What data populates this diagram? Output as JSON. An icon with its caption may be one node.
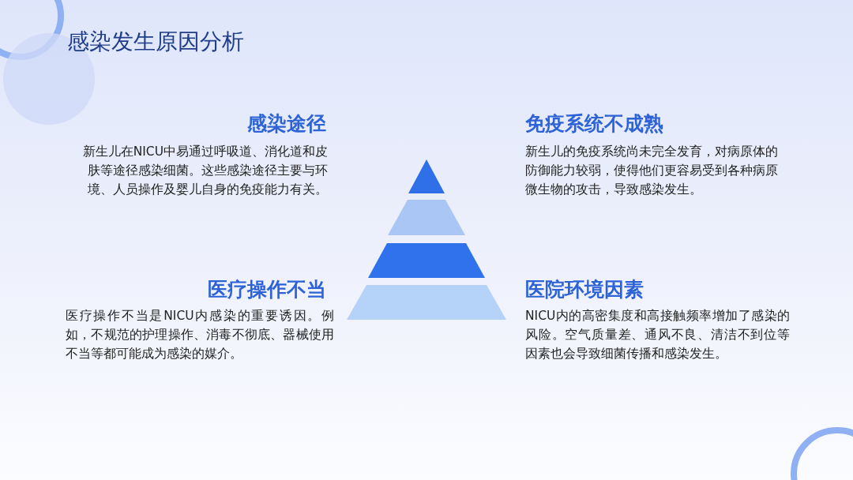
{
  "diagram": {
    "title": "感染发生原因分析",
    "labels": [
      "感染途径",
      "免疫系统不成熟",
      "新生儿在NICU中易通过呼吸道、消化道和皮肤等途径感染细菌。这些感染途径主要与环境、人员操作及婴儿自身的免疫能力有关。",
      "新生儿的免疫系统尚未完全发育，对病原体的防御能力较弱，使得他们更容易受到各种病原微生物的攻击，导致感染发生。",
      "医疗操作不当",
      "医院环境因素",
      "医疗操作不当是NICU内感染的重要诱因。例如，不规范的护理操作、消毒不彻底、器械使用不当等都可能成为感染的媒介。",
      "NICU内的高密集度和高接触频率增加了感染的风险。空气质量差、通风不良、清洁不到位等因素也会导致细菌传播和感染发生。"
    ]
  }
}
